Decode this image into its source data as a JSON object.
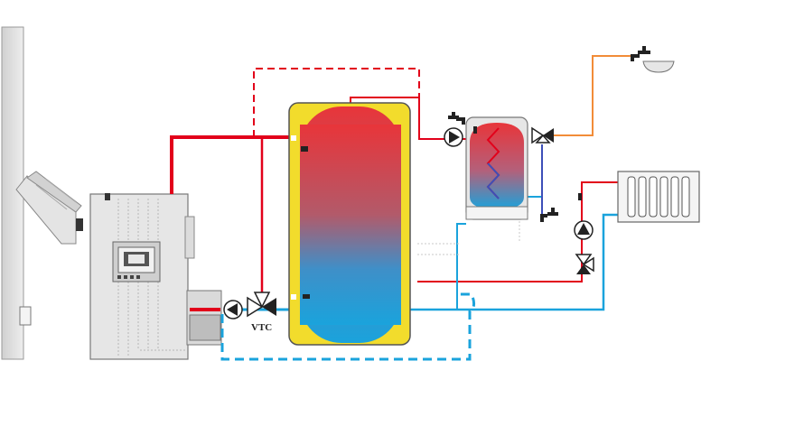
{
  "diagram": {
    "valve_label": "VTC"
  },
  "colors": {
    "hot_pipe": "#e2001a",
    "cold_pipe": "#1aa3dc",
    "dhw_pipe": "#f28c38",
    "tank_jacket": "#f2dc2c",
    "tank_hot": "#e8353a",
    "tank_cold": "#1aa3dc",
    "boiler_body": "#e6e6e6",
    "outline": "#555555"
  },
  "components": [
    {
      "id": "flue",
      "icon": "flue-pipe-icon"
    },
    {
      "id": "boiler",
      "icon": "boiler-icon"
    },
    {
      "id": "buffer-tank",
      "icon": "buffer-tank-icon"
    },
    {
      "id": "dhw-tank",
      "icon": "dhw-tank-icon"
    },
    {
      "id": "radiator",
      "icon": "radiator-icon"
    },
    {
      "id": "pumps",
      "icon": "circulation-pump-icon"
    },
    {
      "id": "valves",
      "icon": "three-way-valve-icon"
    },
    {
      "id": "taps",
      "icon": "water-tap-icon"
    }
  ]
}
